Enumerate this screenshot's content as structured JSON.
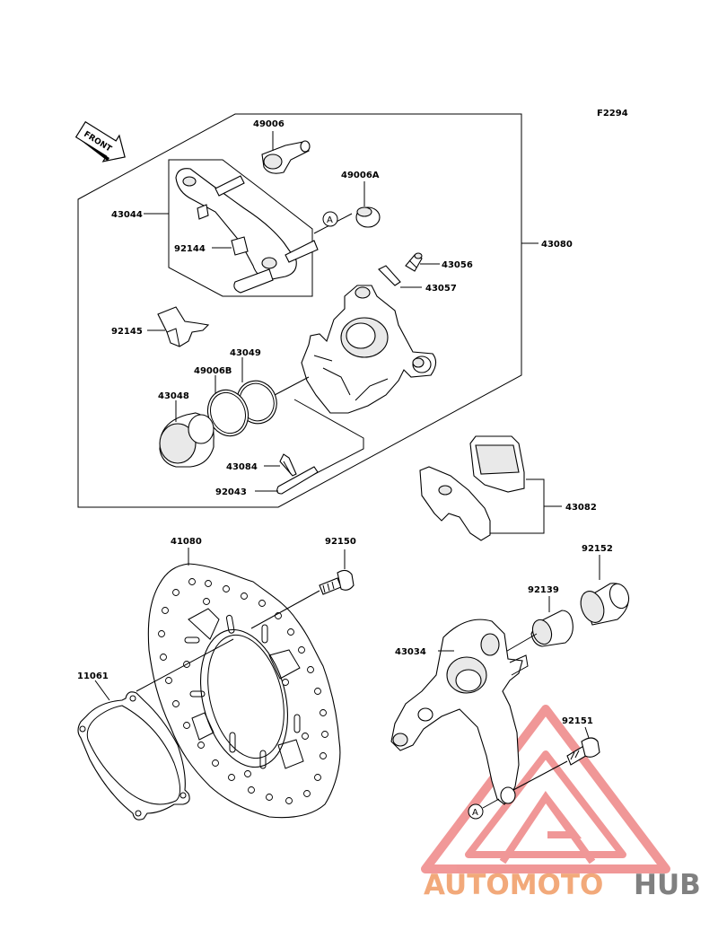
{
  "diagram": {
    "code": "F2294",
    "front_label": "FRONT",
    "ref_marker": "A",
    "parts": {
      "p49006": "49006",
      "p49006A": "49006A",
      "p43044": "43044",
      "p92144": "92144",
      "p43080": "43080",
      "p43056": "43056",
      "p43057": "43057",
      "p92145": "92145",
      "p43049": "43049",
      "p49006B": "49006B",
      "p43048": "43048",
      "p43084": "43084",
      "p92043": "92043",
      "p43082": "43082",
      "p41080": "41080",
      "p92150": "92150",
      "p92152": "92152",
      "p92139": "92139",
      "p43034": "43034",
      "p11061": "11061",
      "p92151": "92151"
    }
  },
  "watermark": {
    "part1": "AUTOMOTO",
    "part2": "HUB",
    "color1": "#f2a97a",
    "color2": "#808080",
    "triangle_color": "#ee8686"
  }
}
